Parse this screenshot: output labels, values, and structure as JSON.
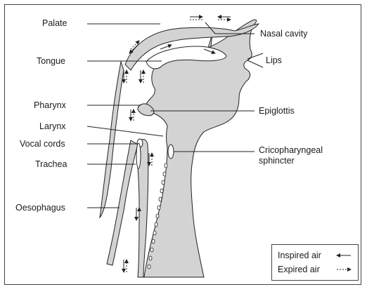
{
  "labels": {
    "palate": "Palate",
    "tongue": "Tongue",
    "pharynx": "Pharynx",
    "larynx": "Larynx",
    "vocal_cords": "Vocal cords",
    "trachea": "Trachea",
    "oesophagus": "Oesophagus",
    "nasal_cavity": "Nasal cavity",
    "lips": "Lips",
    "epiglottis": "Epiglottis",
    "cricopharyngeal_line1": "Cricopharyngeal",
    "cricopharyngeal_line2": "sphincter"
  },
  "legend": {
    "inspired": "Inspired air",
    "expired": "Expired air"
  },
  "colors": {
    "tissue": "#d3d3d3",
    "stroke": "#222222"
  }
}
